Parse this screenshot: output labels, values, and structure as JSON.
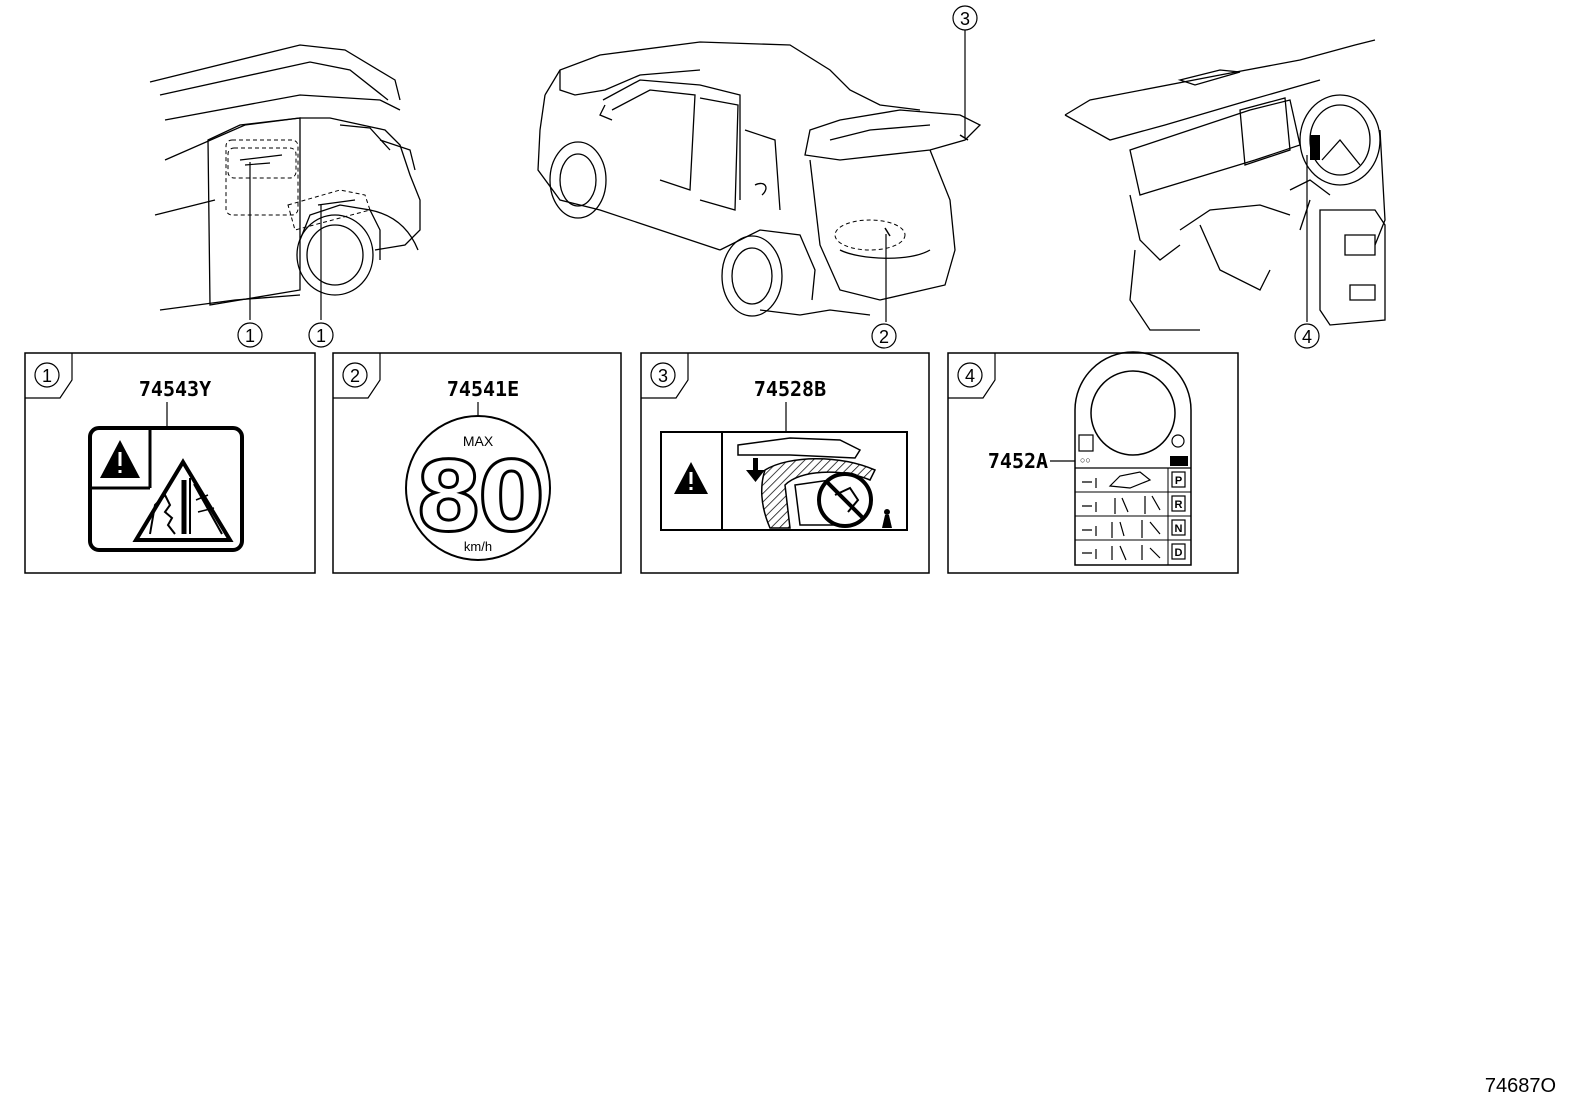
{
  "callouts": {
    "one_a": "1",
    "one_b": "1",
    "two": "2",
    "three": "3",
    "four": "4"
  },
  "panels": [
    {
      "index": "1",
      "part_number": "74543Y"
    },
    {
      "index": "2",
      "part_number": "74541E",
      "max_label": "MAX",
      "speed": "80",
      "unit": "km/h"
    },
    {
      "index": "3",
      "part_number": "74528B"
    },
    {
      "index": "4",
      "part_number": "7452A",
      "gear_letters": [
        "P",
        "R",
        "N",
        "D"
      ]
    }
  ],
  "diagram_ref": "74687O",
  "colors": {
    "line": "#000000",
    "background": "#ffffff"
  }
}
